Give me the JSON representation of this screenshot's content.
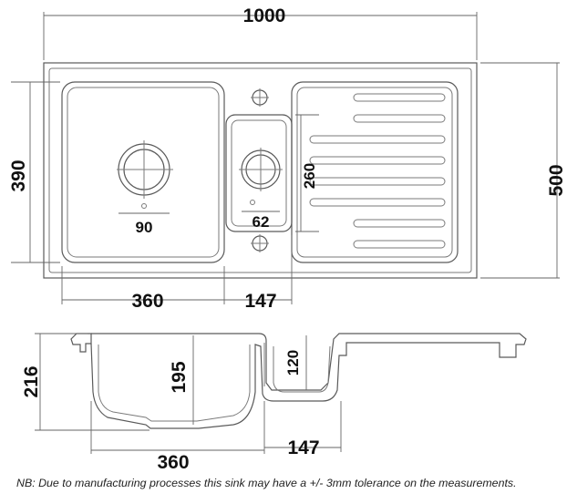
{
  "plan_view": {
    "overall_length": "1000",
    "overall_width": "500",
    "main_bowl_length": "390",
    "main_bowl_width": "360",
    "main_waste": "90",
    "half_bowl_length": "260",
    "half_bowl_width": "147",
    "half_waste": "62"
  },
  "section_view": {
    "overall_depth": "216",
    "main_bowl_depth": "195",
    "half_bowl_depth": "120",
    "main_bowl_width": "360",
    "half_bowl_width": "147"
  },
  "note": "NB: Due to manufacturing processes this sink may have a +/- 3mm tolerance on the measurements."
}
